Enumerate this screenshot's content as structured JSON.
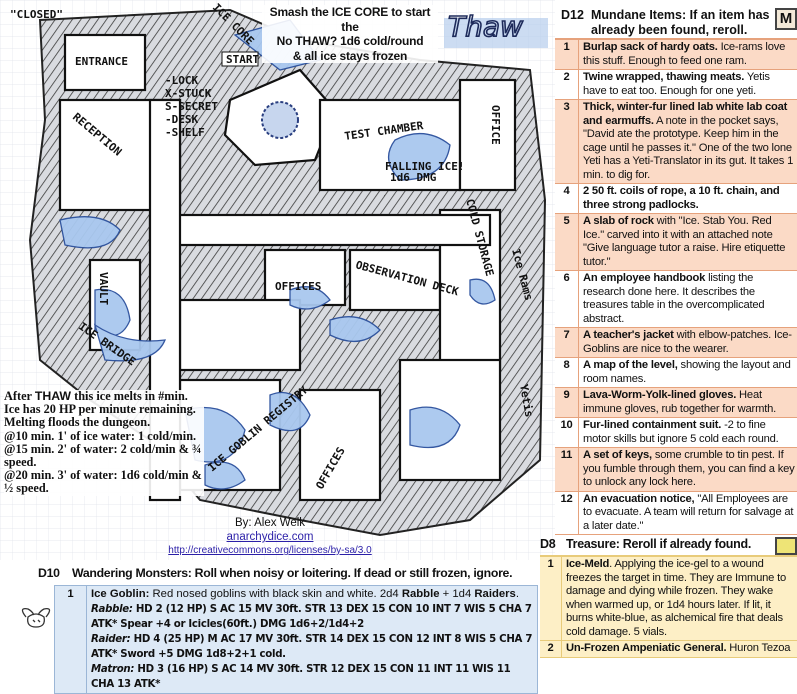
{
  "map": {
    "labels": {
      "closed": "\"CLOSED\"",
      "entrance": "ENTRANCE",
      "ice_core": "ICE CORE",
      "start": "START",
      "reception": "RECEPTION",
      "test_chamber": "TEST CHAMBER",
      "falling_ice": "FALLING ICE!",
      "falling_dmg": "1d6 DMG",
      "office": "OFFICE",
      "observation_deck": "OBSERVATION DECK",
      "cold_storage": "COLD STORAGE",
      "offices_1": "OFFICES",
      "vault": "VAULT",
      "ice_bridge": "ICE BRIDGE",
      "ice_goblin_registry": "ICE GOBLIN REGISTRY",
      "offices_2": "OFFICES",
      "ice_rams": "Ice Rams",
      "yetis": "Yetis"
    },
    "legend": [
      "-LOCK",
      "X-STUCK",
      "S-SECRET",
      "-DESK",
      "-SHELF"
    ]
  },
  "intro": {
    "line1_a": "Smash the ",
    "line1_b": "ICE CORE",
    "line1_c": " to start the",
    "line2_a": "No ",
    "line2_b": "THAW",
    "line2_c": "? 1d6 cold/round",
    "line3": "& all ice stays frozen"
  },
  "logo_text": "Thaw",
  "thaw_note": {
    "a": "After ",
    "b": "THAW",
    "c": " this ice melts in #min.",
    "lines": [
      "Ice has 20 HP per minute remaining.",
      "Melting floods the dungeon.",
      "@10 min. 1' of ice water: 1 cold/min.",
      "@15 min. 2' of water: 2 cold/min & ¾ speed.",
      "@20 min. 3' of water: 1d6 cold/min & ½ speed."
    ]
  },
  "byline": {
    "author": "By: Alex Welk",
    "site": "anarchydice.com",
    "license": "http://creativecommons.org/licenses/by-sa/3.0"
  },
  "d12": {
    "die": "D12",
    "title": "Mundane Items: If an item has already been found, reroll.",
    "rows": [
      {
        "n": "1",
        "b": "Burlap sack of hardy oats.",
        "t": " Ice-rams love this stuff. Enough to feed one ram."
      },
      {
        "n": "2",
        "b": "Twine wrapped, thawing meats.",
        "t": "  Yetis have to eat too. Enough for one yeti."
      },
      {
        "n": "3",
        "b": "Thick, winter-fur lined lab white lab coat and earmuffs.",
        "t": " A note in the pocket says, \"David ate the prototype. Keep him in the cage until he passes it.\"  One of the two lone Yeti has a Yeti-Translator in its gut. It takes 1 min. to dig for."
      },
      {
        "n": "4",
        "b": "2 50 ft. coils of rope, a 10 ft. chain, and three strong padlocks.",
        "t": ""
      },
      {
        "n": "5",
        "b": "A slab of rock",
        "t": " with \"Ice. Stab You. Red Ice.\" carved into it with an attached note \"Give language tutor a raise. Hire etiquette tutor.\""
      },
      {
        "n": "6",
        "b": "An employee handbook",
        "t": " listing the research done here. It describes the treasures table in the overcomplicated abstract."
      },
      {
        "n": "7",
        "b": "A teacher's jacket",
        "t": " with elbow-patches. Ice-Goblins are nice to the wearer."
      },
      {
        "n": "8",
        "b": "A map of the level,",
        "t": " showing the layout and room names."
      },
      {
        "n": "9",
        "b": "Lava-Worm-Yolk-lined gloves.",
        "t": " Heat immune gloves, rub together for warmth."
      },
      {
        "n": "10",
        "b": "Fur-lined containment suit.",
        "t": " -2 to fine motor skills but ignore 5 cold each round."
      },
      {
        "n": "11",
        "b": "A set of keys,",
        "t": " some crumble to tin pest. If you fumble through them, you can find a key to unlock any lock here."
      },
      {
        "n": "12",
        "b": "An evacuation notice,",
        "t": " \"All Employees are to evacuate. A team will return for salvage at a later date.\""
      }
    ]
  },
  "d8": {
    "die": "D8",
    "title": "Treasure: Reroll if already found.",
    "rows": [
      {
        "n": "1",
        "b": "Ice-Meld",
        "t": ". Applying the ice-gel to a wound freezes the target in time. They are Immune to damage and dying while frozen. They wake when warmed up, or 1d4 hours later. If lit, it burns white-blue, as alchemical fire that deals cold damage. 5 vials."
      },
      {
        "n": "2",
        "b": "Un-Frozen Ampeniatic General.",
        "t": " Huron Tezoa"
      }
    ]
  },
  "d10": {
    "die": "D10",
    "title": "Wandering Monsters: Roll when noisy or loitering. If dead or still frozen, ignore.",
    "rows": [
      {
        "n": "1",
        "name": "Ice Goblin:",
        "desc": " Red nosed goblins with black skin and white. 2d4 ",
        "rabble": "Rabble",
        "plus": " + 1d4 ",
        "raiders": "Raiders",
        "end": ".",
        "stats": [
          {
            "who": "Rabble:",
            "text": " HD 2 (12 HP) S AC 15 MV 30ft. STR 13 DEX 15 CON 10 INT 7 WIS 5 CHA 7 ATK* Spear +4 or Icicles(60ft.) DMG 1d6+2/1d4+2"
          },
          {
            "who": "Raider:",
            "text": " HD 4 (25 HP) M AC 17 MV 30ft. STR 14 DEX 15 CON 12 INT 8 WIS 5 CHA 7 ATK* Sword +5 DMG 1d8+2+1 cold."
          },
          {
            "who": "Matron:",
            "text": " HD 3 (16 HP) S AC 14 MV 30ft. STR 12 DEX 15 CON 11 INT 11 WIS 11 CHA 13 ATK*"
          }
        ]
      }
    ]
  },
  "colors": {
    "peach": "#fbdac6",
    "cream": "#fdefc6",
    "ice_blue": "#a9c8ef",
    "monster_blue": "#dde9f6"
  }
}
